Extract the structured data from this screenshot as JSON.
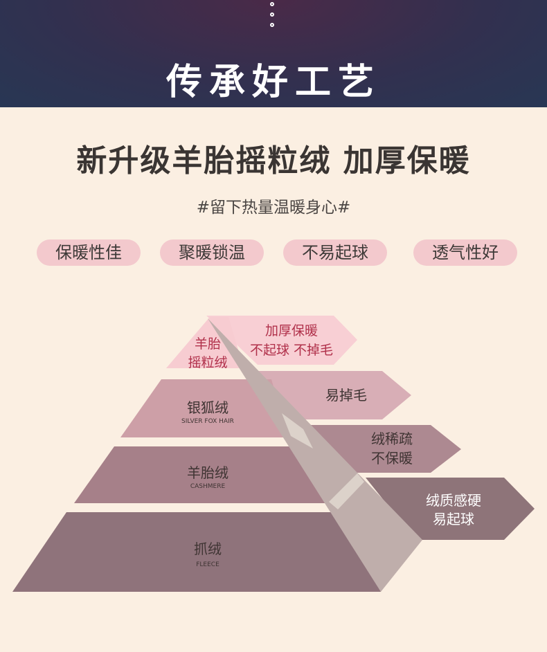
{
  "header": {
    "title": "传承好工艺"
  },
  "headline": "新升级羊胎摇粒绒 加厚保暖",
  "subline": "#留下热量温暖身心#",
  "tags": [
    "保暖性佳",
    "聚暖锁温",
    "不易起球",
    "透气性好"
  ],
  "pyramid": {
    "levels": [
      {
        "name": "羊胎",
        "name2": "摇粒绒",
        "en": "",
        "note1": "加厚保暖",
        "note2": "不起球 不掉毛"
      },
      {
        "name": "银狐绒",
        "name2": "",
        "en": "SILVER FOX HAIR",
        "note1": "易掉毛",
        "note2": ""
      },
      {
        "name": "羊胎绒",
        "name2": "",
        "en": "CASHMERE",
        "note1": "绒稀疏",
        "note2": "不保暖"
      },
      {
        "name": "抓绒",
        "name2": "",
        "en": "FLEECE",
        "note1": "绒质感硬",
        "note2": "易起球"
      }
    ],
    "colors": {
      "tier1": "#f7ccd1",
      "tier2": "#cd9fa7",
      "tier3": "#a68089",
      "tier4": "#8f737b",
      "arrow1": "#f8cfd4",
      "arrow2": "#d8aeb6",
      "arrow3": "#ad8991",
      "arrow4": "#8e7479",
      "accent_text": "#b0304a"
    }
  }
}
